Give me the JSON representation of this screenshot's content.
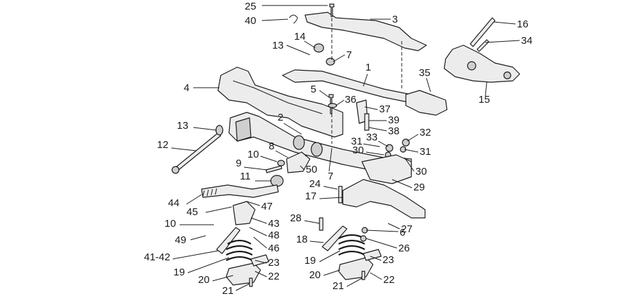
{
  "labels": [
    {
      "text": "25"
    },
    {
      "text": "40"
    },
    {
      "text": "3"
    },
    {
      "text": "16"
    },
    {
      "text": "34"
    },
    {
      "text": "14"
    },
    {
      "text": "13"
    },
    {
      "text": "7"
    },
    {
      "text": "1"
    },
    {
      "text": "35"
    },
    {
      "text": "15"
    },
    {
      "text": "4"
    },
    {
      "text": "5"
    },
    {
      "text": "36"
    },
    {
      "text": "37"
    },
    {
      "text": "39"
    },
    {
      "text": "38"
    },
    {
      "text": "2"
    },
    {
      "text": "13"
    },
    {
      "text": "12"
    },
    {
      "text": "8"
    },
    {
      "text": "10"
    },
    {
      "text": "9"
    },
    {
      "text": "50"
    },
    {
      "text": "7"
    },
    {
      "text": "31"
    },
    {
      "text": "33"
    },
    {
      "text": "30"
    },
    {
      "text": "32"
    },
    {
      "text": "31"
    },
    {
      "text": "30"
    },
    {
      "text": "11"
    },
    {
      "text": "24"
    },
    {
      "text": "29"
    },
    {
      "text": "17"
    },
    {
      "text": "44"
    },
    {
      "text": "47"
    },
    {
      "text": "45"
    },
    {
      "text": "43"
    },
    {
      "text": "10"
    },
    {
      "text": "48"
    },
    {
      "text": "49"
    },
    {
      "text": "46"
    },
    {
      "text": "41-42"
    },
    {
      "text": "23"
    },
    {
      "text": "19"
    },
    {
      "text": "20"
    },
    {
      "text": "22"
    },
    {
      "text": "21"
    },
    {
      "text": "28"
    },
    {
      "text": "27"
    },
    {
      "text": "18"
    },
    {
      "text": "6"
    },
    {
      "text": "26"
    },
    {
      "text": "19"
    },
    {
      "text": "23"
    },
    {
      "text": "20"
    },
    {
      "text": "22"
    },
    {
      "text": "21"
    }
  ]
}
